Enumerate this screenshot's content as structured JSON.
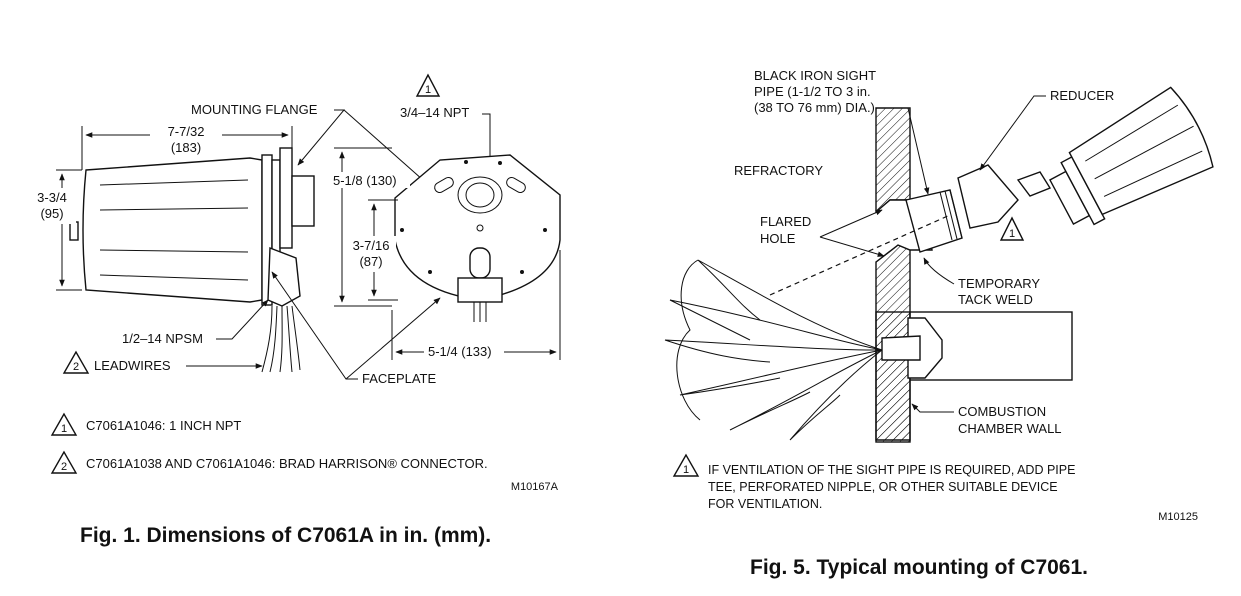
{
  "fig1": {
    "labels": {
      "mounting_flange": "MOUNTING FLANGE",
      "npt_top": "3/4–14 NPT",
      "overall_length": "7-7/32",
      "overall_length_mm": "(183)",
      "height": "3-3/4",
      "height_mm": "(95)",
      "face_height": "5-1/8 (130)",
      "bolt_spacing": "3-7/16",
      "bolt_spacing_mm": "(87)",
      "npsm": "1/2–14 NPSM",
      "leadwires": "LEADWIRES",
      "face_width": "5-1/4 (133)",
      "faceplate": "FACEPLATE"
    },
    "note_marks": {
      "one": "1",
      "two": "2"
    },
    "notes": [
      {
        "mark": "1",
        "text": "C7061A1046: 1 INCH NPT"
      },
      {
        "mark": "2",
        "text": "C7061A1038 AND  C7061A1046: BRAD HARRISON® CONNECTOR."
      }
    ],
    "drawing_code": "M10167A",
    "caption": "Fig. 1.  Dimensions of C7061A in in. (mm)."
  },
  "fig5": {
    "labels": {
      "sight_pipe_line1": "BLACK IRON SIGHT",
      "sight_pipe_line2": "PIPE (1-1/2 TO 3 in.",
      "sight_pipe_line3": "(38 TO 76 mm) DIA.)",
      "reducer": "REDUCER",
      "refractory": "REFRACTORY",
      "flared_hole_line1": "FLARED",
      "flared_hole_line2": "HOLE",
      "tack_weld_line1": "TEMPORARY",
      "tack_weld_line2": "TACK WELD",
      "chamber_line1": "COMBUSTION",
      "chamber_line2": "CHAMBER WALL"
    },
    "note_mark": "1",
    "note_lines": [
      "IF VENTILATION OF THE SIGHT PIPE IS REQUIRED, ADD PIPE",
      "TEE, PERFORATED NIPPLE, OR OTHER SUITABLE DEVICE",
      "FOR VENTILATION."
    ],
    "drawing_code": "M10125",
    "caption": "Fig. 5. Typical mounting of C7061."
  }
}
